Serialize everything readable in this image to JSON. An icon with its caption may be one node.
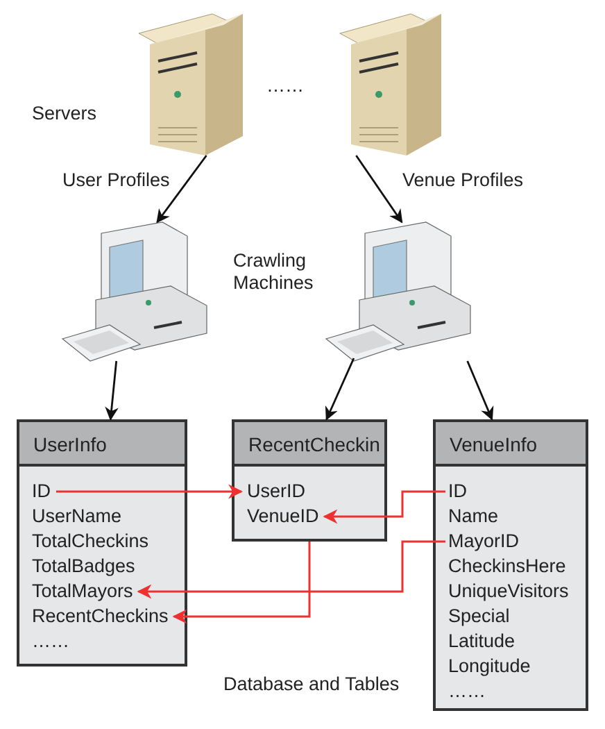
{
  "diagram": {
    "nodes": [
      {
        "text": [],
        "shape": "picture",
        "beside": [
          "Servers"
        ]
      },
      {
        "text": [],
        "shape": "picture"
      },
      {
        "text": [],
        "shape": "picture"
      },
      {
        "text": [],
        "shape": "picture"
      },
      {
        "text": [
          "UserInfo"
        ]
      },
      {
        "text": [
          "ID"
        ],
        "in": 4
      },
      {
        "text": [
          "UserName"
        ],
        "in": 4
      },
      {
        "text": [
          "TotalCheckins"
        ],
        "in": 4
      },
      {
        "text": [
          "TotalBadges"
        ],
        "in": 4
      },
      {
        "text": [
          "TotalMayors"
        ],
        "in": 4
      },
      {
        "text": [
          "RecentCheckins"
        ],
        "in": 4
      },
      {
        "text": [
          "……"
        ],
        "in": 4
      },
      {
        "text": [
          "RecentCheckin"
        ]
      },
      {
        "text": [
          "UserID"
        ],
        "in": 12
      },
      {
        "text": [
          "VenueID"
        ],
        "in": 12
      },
      {
        "text": [
          "VenueInfo"
        ]
      },
      {
        "text": [
          "ID"
        ],
        "in": 15
      },
      {
        "text": [
          "Name"
        ],
        "in": 15
      },
      {
        "text": [
          "MayorID"
        ],
        "in": 15
      },
      {
        "text": [
          "CheckinsHere"
        ],
        "in": 15
      },
      {
        "text": [
          "UniqueVisitors"
        ],
        "in": 15
      },
      {
        "text": [
          "Special"
        ],
        "in": 15
      },
      {
        "text": [
          "Latitude"
        ],
        "in": 15
      },
      {
        "text": [
          "Longitude"
        ],
        "in": 15
      },
      {
        "text": [
          "……"
        ],
        "in": 15
      }
    ],
    "edges": [
      {
        "from": 0,
        "to": 2,
        "arrow": "to",
        "label": "User Profiles"
      },
      {
        "from": 1,
        "to": 3,
        "arrow": "to",
        "label": "Venue Profiles"
      },
      {
        "from": 2,
        "to": 4,
        "arrow": "to"
      },
      {
        "from": 3,
        "to": 12,
        "arrow": "to"
      },
      {
        "from": 3,
        "to": 15,
        "arrow": "to"
      },
      {
        "from": 5,
        "to": 13,
        "arrow": "to",
        "color": "#ee3030"
      },
      {
        "from": 16,
        "to": 14,
        "arrow": "to",
        "color": "#ee3030"
      },
      {
        "from": 18,
        "to": 9,
        "arrow": "to",
        "color": "#ee3030"
      },
      {
        "from": 12,
        "to": 10,
        "arrow": "to",
        "color": "#ee3030"
      }
    ],
    "labels": [
      "……",
      "Crawling Machines",
      "Database and Tables"
    ]
  }
}
